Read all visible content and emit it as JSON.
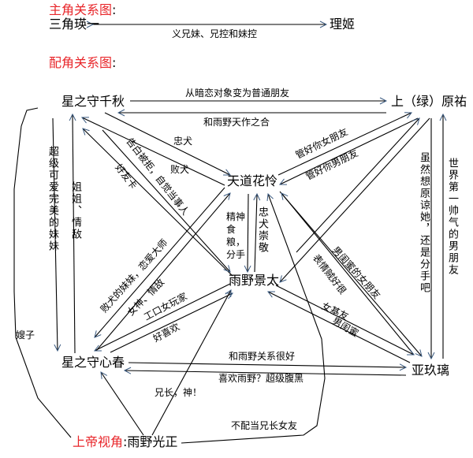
{
  "colors": {
    "heading": "#e8262a",
    "line": "#000000",
    "arrow_line": "#3a5a80"
  },
  "main_section": {
    "title": "主角关系图",
    "colon": ":",
    "left": "三角瑛一",
    "right": "理姬",
    "relation": "义兄妹、兄控和妹控"
  },
  "sub_section": {
    "title": "配角关系图",
    "colon": ":"
  },
  "nodes": {
    "chiaki": "星之守千秋",
    "uehara": "上（绿）原祐",
    "tendo": "天道花怜",
    "amano": "雨野景太",
    "konoha": "星之守心春",
    "aguri": "亚玖璃",
    "god_label": "上帝视角",
    "god_colon": ":",
    "mitsumasa": "雨野光正"
  },
  "labels": {
    "chiaki_uehara": "从暗恋对象变为普通朋友",
    "uehara_chiaki": "和雨野天作之合",
    "chiaki_tendo": "忠犬",
    "tendo_chiaki": "败犬",
    "amano_chiaki_1": "告白被拒，自觉当事人",
    "amano_chiaki_2": "好友卡",
    "chiaki_konoha": "超级可爱完美的妹妹",
    "konoha_chiaki": "姐姐、情敌",
    "sister_in_law": "嫂子",
    "tendo_konoha": "败犬的妹妹，恋爱大师",
    "konoha_tendo": "女神、情敌",
    "amano_konoha": "工口女玩家",
    "konoha_amano": "好喜欢",
    "tendo_amano": "精神食粮，分手",
    "amano_tendo": "忠犬崇敬",
    "tendo_uehara": "管好你女朋友",
    "uehara_tendo": "管好你男朋友",
    "tendo_aguri": "男闺蜜的女朋友",
    "aguri_tendo": "表情贼好很",
    "amano_aguri": "女基友",
    "aguri_amano": "男闺蜜",
    "uehara_aguri": "虽然想原谅她，还是分手吧",
    "aguri_uehara": "世界第一帅气的男朋友",
    "konoha_aguri": "和雨野关系很好",
    "aguri_konoha": "喜欢雨野？超级腹黑",
    "mitsumasa_amano": "兄长，神！",
    "mitsumasa_tendo": "不配当兄长女友"
  }
}
